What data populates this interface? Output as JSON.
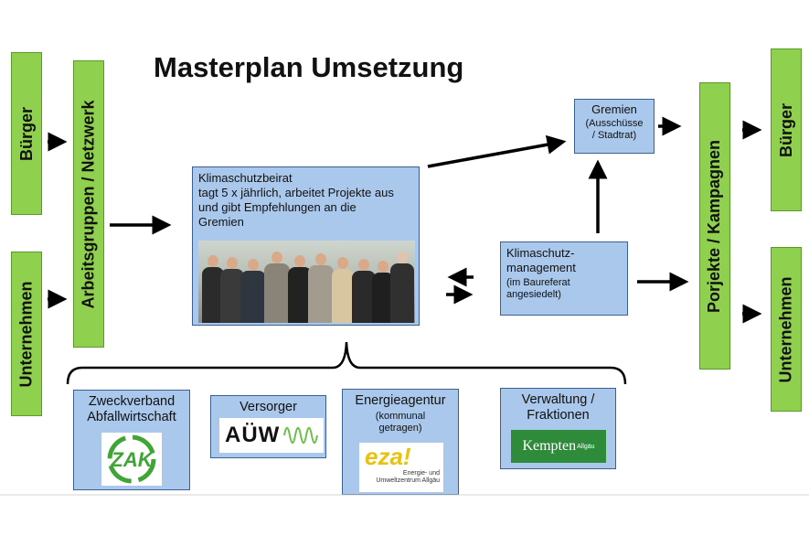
{
  "title": "Masterplan Umsetzung",
  "left": {
    "buerger": "Bürger",
    "unternehmen": "Unternehmen",
    "arbeitsgruppen": "Arbeitsgruppen / Netzwerk"
  },
  "right": {
    "projekte": "Porjekte / Kampagnen",
    "buerger": "Bürger",
    "unternehmen": "Unternehmen"
  },
  "beirat": {
    "title": "Klimaschutzbeirat",
    "line1": "tagt 5 x jährlich, arbeitet Projekte aus",
    "line2": "und gibt Empfehlungen an die",
    "line3": "Gremien"
  },
  "gremien": {
    "title": "Gremien",
    "line1": "(Ausschüsse",
    "line2": "/ Stadtrat)"
  },
  "management": {
    "line1": "Klimaschutz-",
    "line2": "management",
    "line3": "(im Baureferat",
    "line4": "angesiedelt)"
  },
  "members": {
    "zweckverband": {
      "line1": "Zweckverband",
      "line2": "Abfallwirtschaft",
      "logo": "ZAK"
    },
    "versorger": {
      "title": "Versorger",
      "logo": "AÜW"
    },
    "energieagentur": {
      "title": "Energieagentur",
      "line1": "(kommunal",
      "line2": "getragen)",
      "logo": "eza!",
      "logo_sub1": "Energie- und",
      "logo_sub2": "Umweltzentrum Allgäu"
    },
    "verwaltung": {
      "line1": "Verwaltung /",
      "line2": "Fraktionen",
      "logo": "Kempten",
      "logo_sup": "Allgäu"
    }
  },
  "colors": {
    "green_box": "#8fd14f",
    "blue_box": "#a9c8ec",
    "arrow": "#000000"
  }
}
